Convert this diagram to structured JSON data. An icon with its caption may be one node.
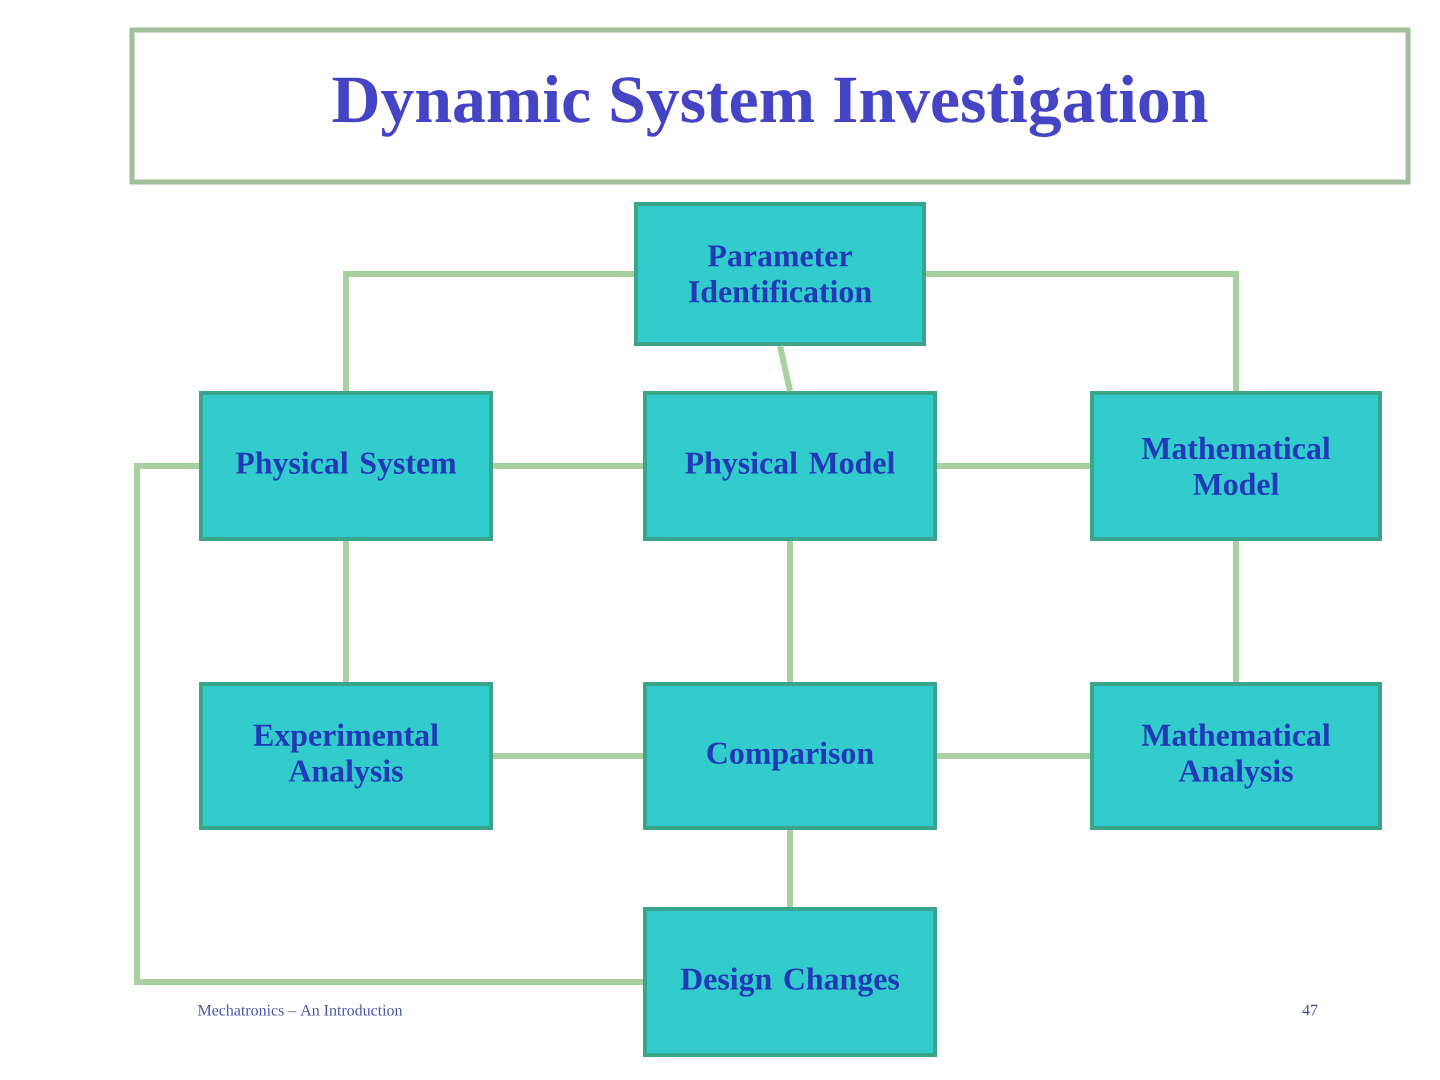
{
  "diagram": {
    "title": "Dynamic System Investigation",
    "nodes": [
      {
        "text": [
          "Parameter Identification"
        ]
      },
      {
        "text": [
          "Physical System"
        ]
      },
      {
        "text": [
          "Physical Model"
        ]
      },
      {
        "text": [
          "Mathematical Model"
        ]
      },
      {
        "text": [
          "Experimental Analysis"
        ]
      },
      {
        "text": [
          "Comparison"
        ]
      },
      {
        "text": [
          "Mathematical Analysis"
        ]
      },
      {
        "text": [
          "Design Changes"
        ]
      }
    ],
    "edges": [
      {
        "from": 0,
        "to": 1,
        "arrow": "none"
      },
      {
        "from": 0,
        "to": 2,
        "arrow": "none"
      },
      {
        "from": 0,
        "to": 3,
        "arrow": "none"
      },
      {
        "from": 1,
        "to": 2,
        "arrow": "none"
      },
      {
        "from": 2,
        "to": 3,
        "arrow": "none"
      },
      {
        "from": 1,
        "to": 4,
        "arrow": "none"
      },
      {
        "from": 2,
        "to": 5,
        "arrow": "none"
      },
      {
        "from": 3,
        "to": 6,
        "arrow": "none"
      },
      {
        "from": 4,
        "to": 5,
        "arrow": "none"
      },
      {
        "from": 5,
        "to": 6,
        "arrow": "none"
      },
      {
        "from": 5,
        "to": 7,
        "arrow": "none"
      },
      {
        "from": 7,
        "to": 1,
        "arrow": "none"
      }
    ],
    "labels": [
      "Mechatronics – An Introduction",
      "47"
    ]
  }
}
